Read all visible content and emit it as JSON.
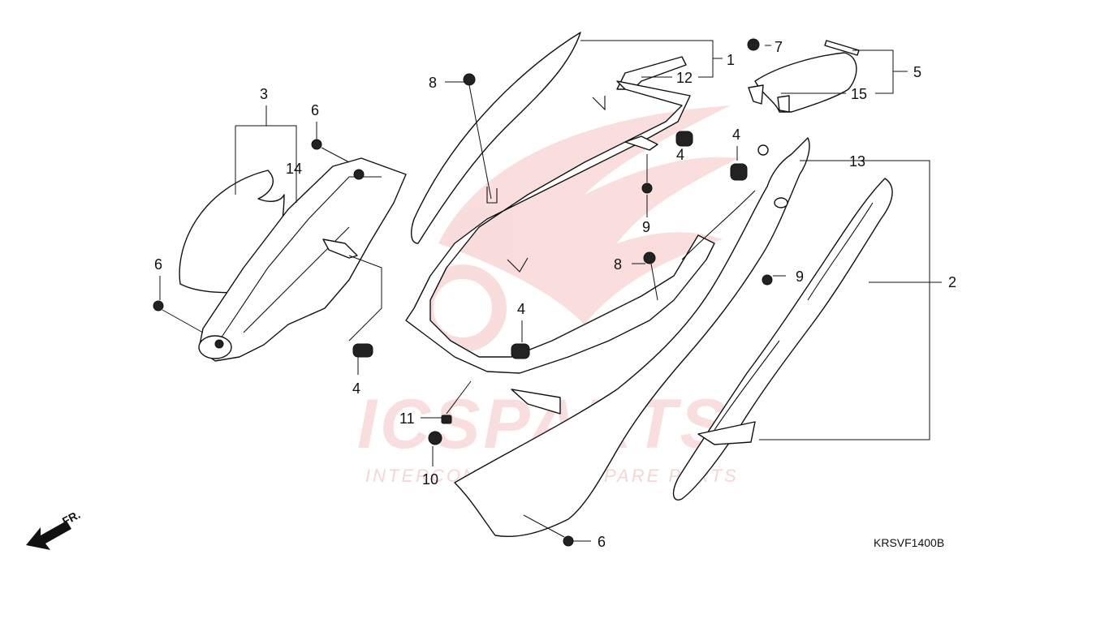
{
  "diagram": {
    "code": "KRSVF1400B",
    "direction_label": "FR.",
    "watermark": {
      "main": "ICSPARTS",
      "sub": "INTERCONTINENTAL SPARE PARTS"
    },
    "callouts": [
      {
        "id": "c1",
        "text": "1"
      },
      {
        "id": "c2",
        "text": "2"
      },
      {
        "id": "c3",
        "text": "3"
      },
      {
        "id": "c4a",
        "text": "4"
      },
      {
        "id": "c4b",
        "text": "4"
      },
      {
        "id": "c4c",
        "text": "4"
      },
      {
        "id": "c4d",
        "text": "4"
      },
      {
        "id": "c5",
        "text": "5"
      },
      {
        "id": "c6a",
        "text": "6"
      },
      {
        "id": "c6b",
        "text": "6"
      },
      {
        "id": "c6c",
        "text": "6"
      },
      {
        "id": "c7",
        "text": "7"
      },
      {
        "id": "c8a",
        "text": "8"
      },
      {
        "id": "c8b",
        "text": "8"
      },
      {
        "id": "c9a",
        "text": "9"
      },
      {
        "id": "c9b",
        "text": "9"
      },
      {
        "id": "c10",
        "text": "10"
      },
      {
        "id": "c11",
        "text": "11"
      },
      {
        "id": "c12",
        "text": "12"
      },
      {
        "id": "c13",
        "text": "13"
      },
      {
        "id": "c14",
        "text": "14"
      },
      {
        "id": "c15",
        "text": "15"
      }
    ],
    "colors": {
      "line": "#111111",
      "watermark": "#f3c4c4",
      "background": "#ffffff"
    }
  }
}
